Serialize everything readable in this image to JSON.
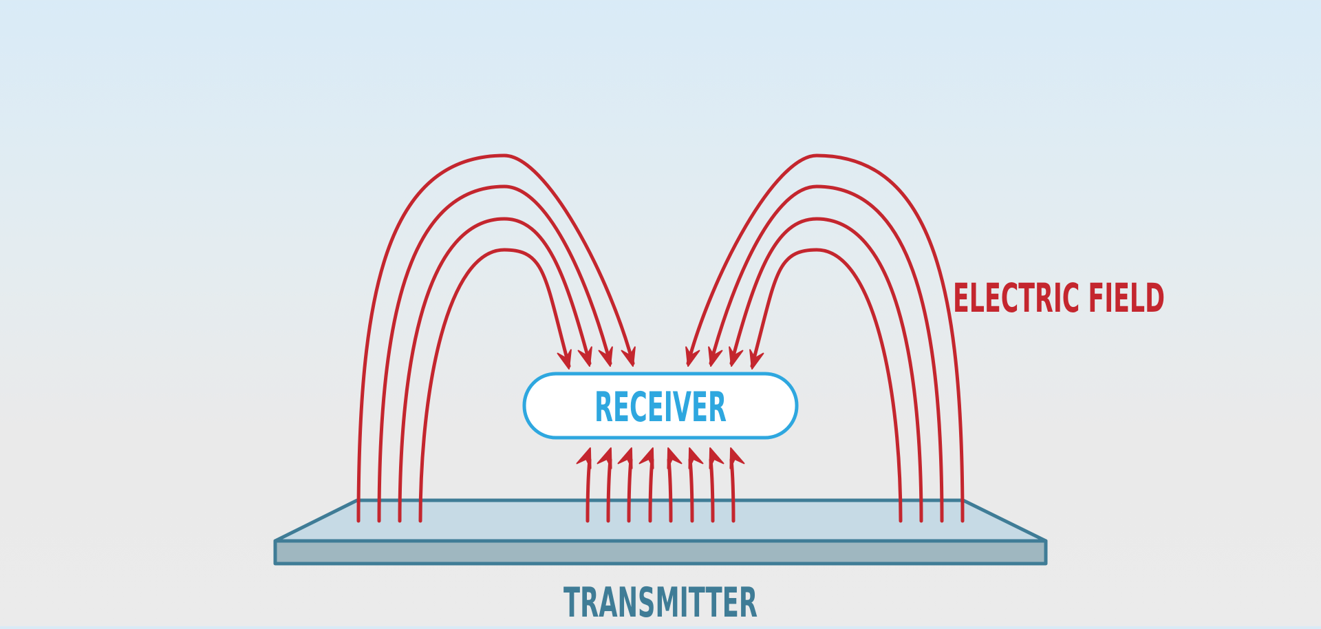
{
  "labels": {
    "electric_field": "ELECTRIC FIELD",
    "receiver": "RECEIVER",
    "transmitter": "TRANSMITTER"
  },
  "colors": {
    "field_lines": "#c4262e",
    "receiver_stroke": "#2ea7df",
    "receiver_text": "#2ea7df",
    "receiver_fill": "#ffffff",
    "transmitter_stroke": "#3f7c96",
    "transmitter_top": "#c6dae5",
    "transmitter_front": "#9fb7c0",
    "transmitter_text": "#3f7c96"
  }
}
